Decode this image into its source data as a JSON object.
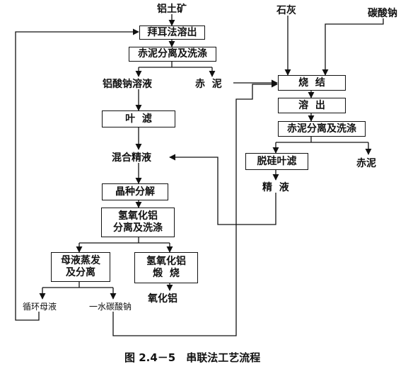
{
  "inputs": {
    "bauxite": "铝土矿",
    "lime": "石灰",
    "soda": "碳酸钠"
  },
  "bayer": {
    "digestion": "拜耳法溶出",
    "mud_separation": "赤泥分离及洗涤",
    "aluminate_solution": "铝酸钠溶液",
    "red_mud": "赤  泥",
    "leaf_filter": "叶  滤",
    "mixed_liquor": "混合精液",
    "seed_precipitation": "晶种分解",
    "hydroxide_sep_line1": "氢氧化铝",
    "hydroxide_sep_line2": "分离及洗涤",
    "evap_line1": "母液蒸发",
    "evap_line2": "及分离",
    "calc_line1": "氢氧化铝",
    "calc_line2": "煅  烧",
    "alumina": "氧化铝",
    "recycle_liquor": "循环母液",
    "soda_monohydrate": "一水碳酸钠"
  },
  "sinter": {
    "sintering": "烧  结",
    "leaching": "溶  出",
    "mud_separation": "赤泥分离及洗涤",
    "desilication": "脱硅叶滤",
    "fine_liquor": "精  液",
    "red_mud": "赤泥"
  },
  "caption": "图 2.4－5　串联法工艺流程"
}
